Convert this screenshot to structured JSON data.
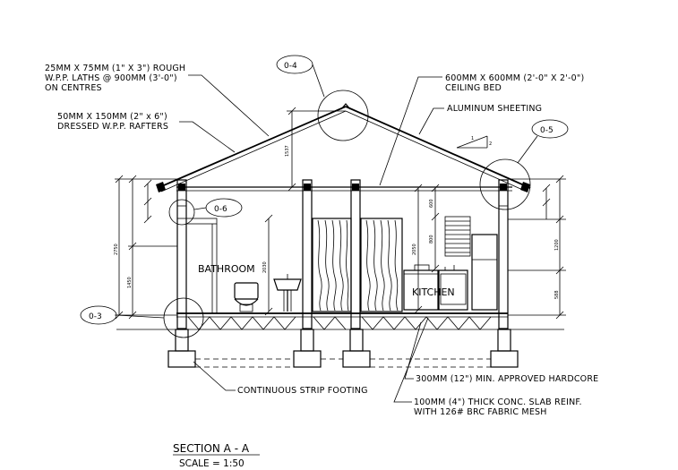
{
  "labels": {
    "roof_laths": [
      "25MM X 75MM (1\" X 3\") ROUGH",
      "W.P.P. LATHS @ 900MM (3'-0\")",
      "ON CENTRES"
    ],
    "rafters": [
      "50MM X 150MM (2\" x 6\")",
      "DRESSED W.P.P. RAFTERS"
    ],
    "ceiling": [
      "600MM X 600MM (2'-0\" X 2'-0\")",
      "CEILING BED"
    ],
    "sheeting": "ALUMINUM SHEETING",
    "hardcore": "300MM (12\") MIN. APPROVED HARDCORE",
    "footing": "CONTINUOUS STRIP FOOTING",
    "slab": [
      "100MM (4\") THICK CONC. SLAB REINF.",
      "WITH 126# BRC FABRIC MESH"
    ]
  },
  "rooms": {
    "bathroom": "BATHROOM",
    "kitchen": "KITCHEN"
  },
  "detail_refs": [
    "0-4",
    "0-5",
    "0-6",
    "0-3"
  ],
  "roof_pitch": {
    "rise": "2",
    "run": "1"
  },
  "dims": {
    "ridge": "1537",
    "wall_left": "2750",
    "lower_left": "1450",
    "door": "2030",
    "right_high": "1200",
    "right_low": "588",
    "kit_a": "600",
    "kit_b": "800",
    "kit_c": "2050"
  },
  "title": {
    "name": "SECTION A - A",
    "scale": "SCALE = 1:50"
  }
}
